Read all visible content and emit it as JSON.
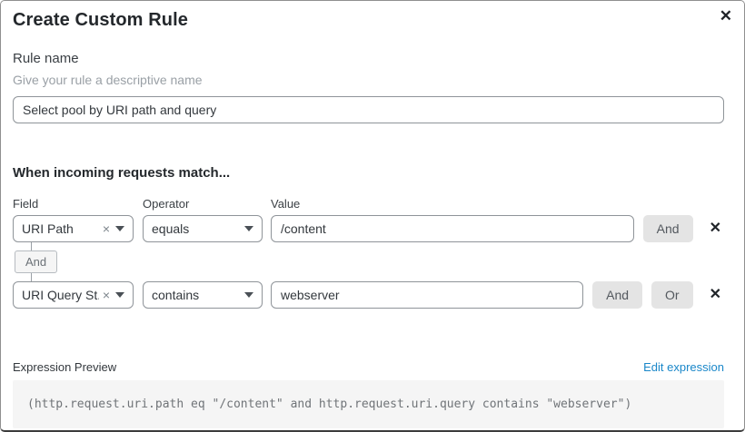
{
  "dialog": {
    "title": "Create Custom Rule",
    "close_icon": "✕"
  },
  "rule_name": {
    "label": "Rule name",
    "hint": "Give your rule a descriptive name",
    "value": "Select pool by URI path and query"
  },
  "matcher": {
    "heading": "When incoming requests match...",
    "columns": {
      "field": "Field",
      "operator": "Operator",
      "value": "Value"
    },
    "connector_label": "And",
    "clear_icon": "×",
    "delete_icon": "✕",
    "rows": [
      {
        "field": "URI Path",
        "operator": "equals",
        "value": "/content",
        "and_label": "And"
      },
      {
        "field": "URI Query St...",
        "operator": "contains",
        "value": "webserver",
        "and_label": "And",
        "or_label": "Or"
      }
    ]
  },
  "expression": {
    "label": "Expression Preview",
    "edit_link": "Edit expression",
    "code": "(http.request.uri.path eq \"/content\" and http.request.uri.query contains \"webserver\")"
  },
  "colors": {
    "link": "#1a87c9",
    "logic_button_bg": "#e4e4e4",
    "code_bg": "#f5f5f5",
    "border": "#8f9499"
  }
}
